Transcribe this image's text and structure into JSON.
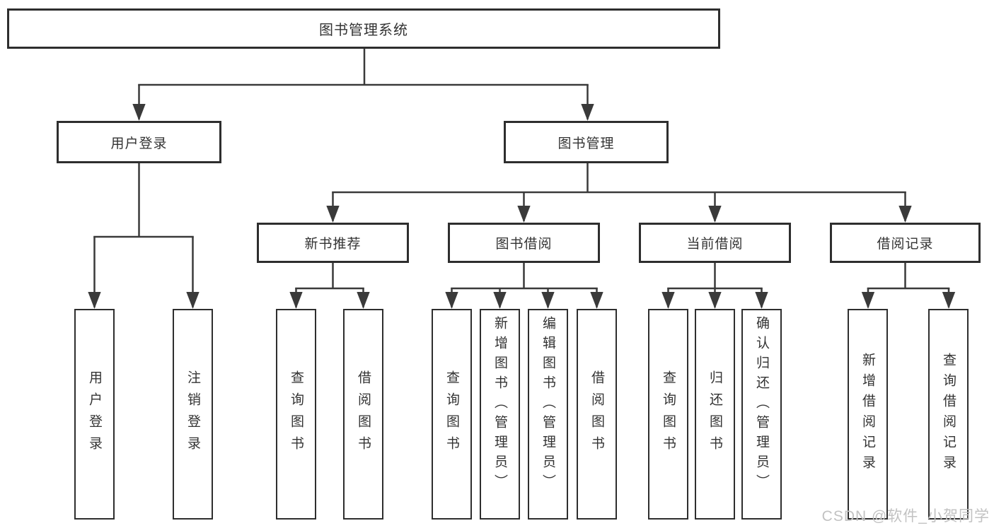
{
  "colors": {
    "background": "#ffffff",
    "line": "#3a3a3a",
    "box_border": "#2e2e2e",
    "text": "#333333",
    "watermark": "#c2c2c2"
  },
  "watermark": {
    "text": "CSDN @软件_小贺同学"
  },
  "tree": {
    "root": {
      "label": "图书管理系统"
    },
    "children": [
      {
        "label": "用户登录",
        "children": [
          {
            "label": "用户登录"
          },
          {
            "label": "注销登录"
          }
        ]
      },
      {
        "label": "图书管理",
        "children": [
          {
            "label": "新书推荐",
            "children": [
              {
                "label": "查询图书"
              },
              {
                "label": "借阅图书"
              }
            ]
          },
          {
            "label": "图书借阅",
            "children": [
              {
                "label": "查询图书"
              },
              {
                "label": "新增图书（管理员）"
              },
              {
                "label": "编辑图书（管理员）"
              },
              {
                "label": "借阅图书"
              }
            ]
          },
          {
            "label": "当前借阅",
            "children": [
              {
                "label": "查询图书"
              },
              {
                "label": "归还图书"
              },
              {
                "label": "确认归还（管理员）"
              }
            ]
          },
          {
            "label": "借阅记录",
            "children": [
              {
                "label": "新增借阅记录"
              },
              {
                "label": "查询借阅记录"
              }
            ]
          }
        ]
      }
    ]
  }
}
